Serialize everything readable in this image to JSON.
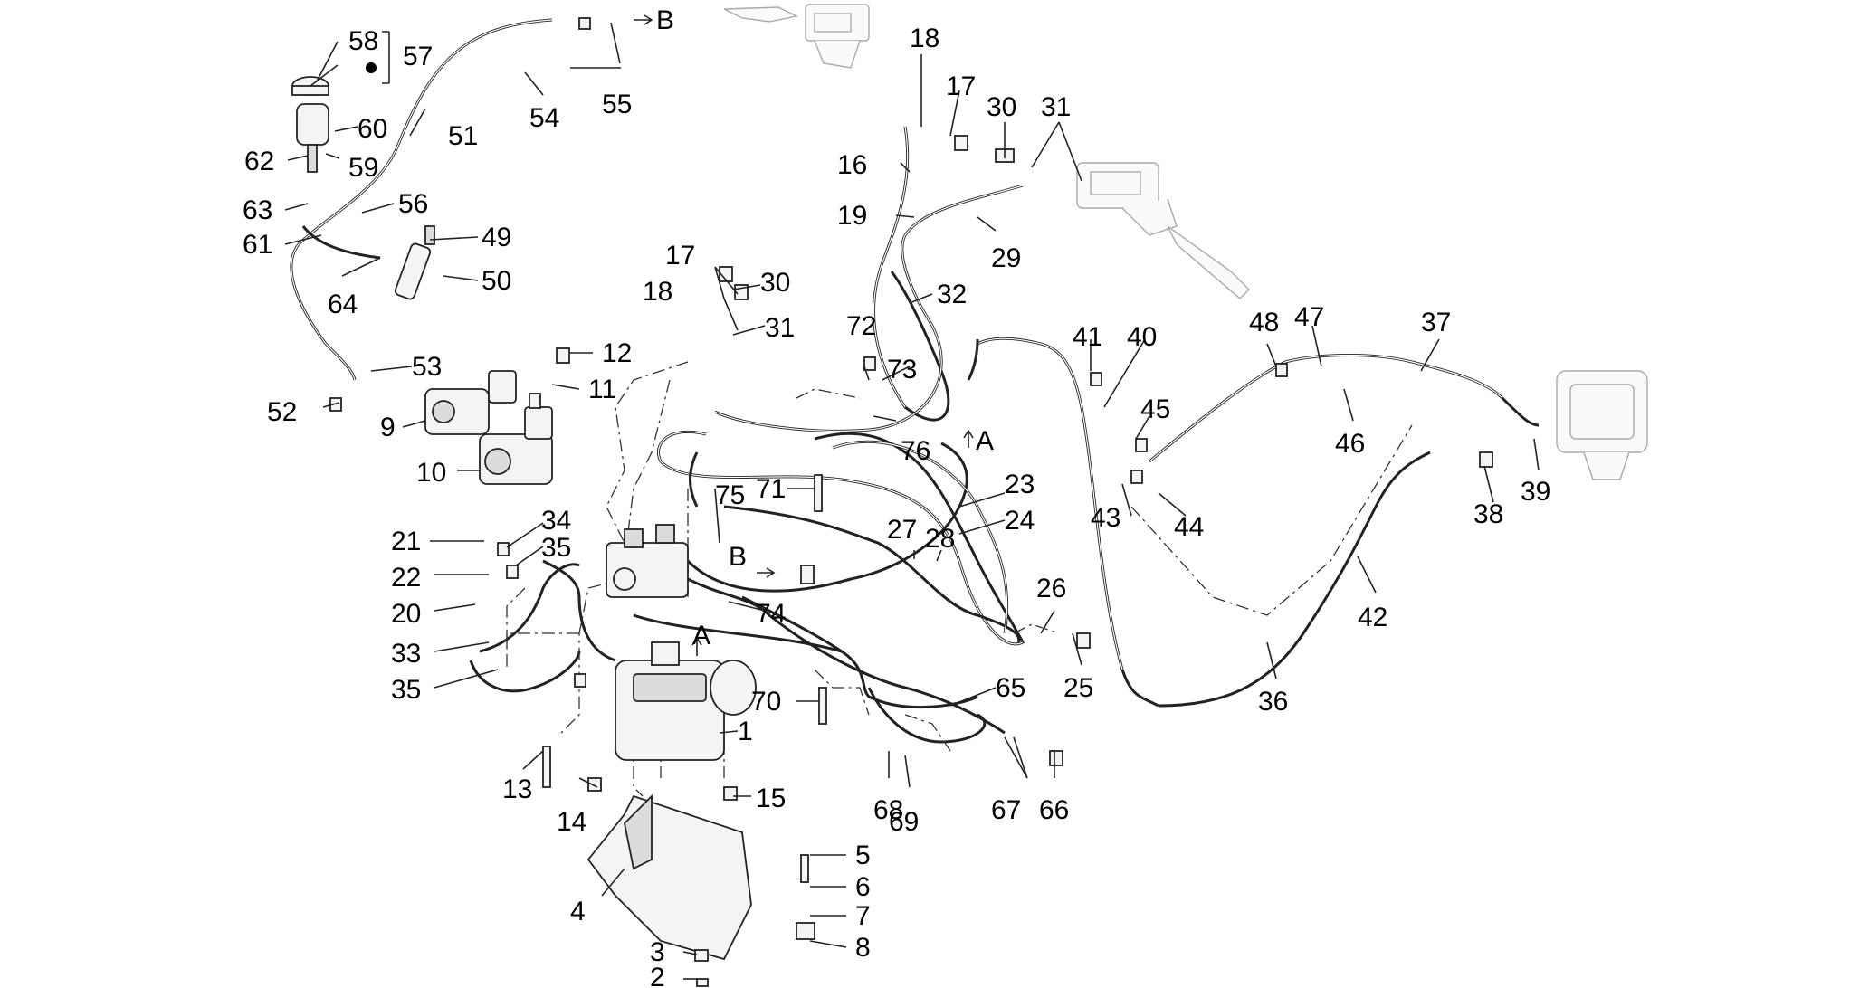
{
  "callouts": [
    {
      "id": "58",
      "label": "58"
    },
    {
      "id": "57",
      "label": "57"
    },
    {
      "id": "60",
      "label": "60"
    },
    {
      "id": "62",
      "label": "62"
    },
    {
      "id": "59",
      "label": "59"
    },
    {
      "id": "63",
      "label": "63"
    },
    {
      "id": "61",
      "label": "61"
    },
    {
      "id": "64",
      "label": "64"
    },
    {
      "id": "49",
      "label": "49"
    },
    {
      "id": "50",
      "label": "50"
    },
    {
      "id": "56",
      "label": "56"
    },
    {
      "id": "51",
      "label": "51"
    },
    {
      "id": "53",
      "label": "53"
    },
    {
      "id": "52",
      "label": "52"
    },
    {
      "id": "55",
      "label": "55"
    },
    {
      "id": "54",
      "label": "54"
    },
    {
      "id": "9",
      "label": "9"
    },
    {
      "id": "10",
      "label": "10"
    },
    {
      "id": "12",
      "label": "12"
    },
    {
      "id": "11",
      "label": "11"
    },
    {
      "id": "18a",
      "label": "18"
    },
    {
      "id": "17a",
      "label": "17"
    },
    {
      "id": "16",
      "label": "16"
    },
    {
      "id": "19",
      "label": "19"
    },
    {
      "id": "30a",
      "label": "30"
    },
    {
      "id": "31a",
      "label": "31"
    },
    {
      "id": "29",
      "label": "29"
    },
    {
      "id": "32",
      "label": "32"
    },
    {
      "id": "17b",
      "label": "17"
    },
    {
      "id": "30b",
      "label": "30"
    },
    {
      "id": "18b",
      "label": "18"
    },
    {
      "id": "31b",
      "label": "31"
    },
    {
      "id": "72",
      "label": "72"
    },
    {
      "id": "73",
      "label": "73"
    },
    {
      "id": "76",
      "label": "76"
    },
    {
      "id": "71",
      "label": "71"
    },
    {
      "id": "75",
      "label": "75"
    },
    {
      "id": "23",
      "label": "23"
    },
    {
      "id": "24",
      "label": "24"
    },
    {
      "id": "27",
      "label": "27"
    },
    {
      "id": "28",
      "label": "28"
    },
    {
      "id": "74",
      "label": "74"
    },
    {
      "id": "41",
      "label": "41"
    },
    {
      "id": "40",
      "label": "40"
    },
    {
      "id": "48",
      "label": "48"
    },
    {
      "id": "47",
      "label": "47"
    },
    {
      "id": "37",
      "label": "37"
    },
    {
      "id": "45",
      "label": "45"
    },
    {
      "id": "46",
      "label": "46"
    },
    {
      "id": "43",
      "label": "43"
    },
    {
      "id": "44",
      "label": "44"
    },
    {
      "id": "38",
      "label": "38"
    },
    {
      "id": "39",
      "label": "39"
    },
    {
      "id": "42",
      "label": "42"
    },
    {
      "id": "36",
      "label": "36"
    },
    {
      "id": "26",
      "label": "26"
    },
    {
      "id": "25",
      "label": "25"
    },
    {
      "id": "65",
      "label": "65"
    },
    {
      "id": "70",
      "label": "70"
    },
    {
      "id": "67",
      "label": "67"
    },
    {
      "id": "66",
      "label": "66"
    },
    {
      "id": "68",
      "label": "68"
    },
    {
      "id": "69",
      "label": "69"
    },
    {
      "id": "21",
      "label": "21"
    },
    {
      "id": "34",
      "label": "34"
    },
    {
      "id": "35a",
      "label": "35"
    },
    {
      "id": "22",
      "label": "22"
    },
    {
      "id": "20",
      "label": "20"
    },
    {
      "id": "33",
      "label": "33"
    },
    {
      "id": "35b",
      "label": "35"
    },
    {
      "id": "1",
      "label": "1"
    },
    {
      "id": "13",
      "label": "13"
    },
    {
      "id": "14",
      "label": "14"
    },
    {
      "id": "15",
      "label": "15"
    },
    {
      "id": "5",
      "label": "5"
    },
    {
      "id": "6",
      "label": "6"
    },
    {
      "id": "7",
      "label": "7"
    },
    {
      "id": "8",
      "label": "8"
    },
    {
      "id": "4",
      "label": "4"
    },
    {
      "id": "3",
      "label": "3"
    },
    {
      "id": "2",
      "label": "2"
    }
  ],
  "connectors": [
    {
      "id": "B1",
      "label": "B"
    },
    {
      "id": "B2",
      "label": "B"
    },
    {
      "id": "A1",
      "label": "A"
    },
    {
      "id": "A2",
      "label": "A"
    }
  ]
}
